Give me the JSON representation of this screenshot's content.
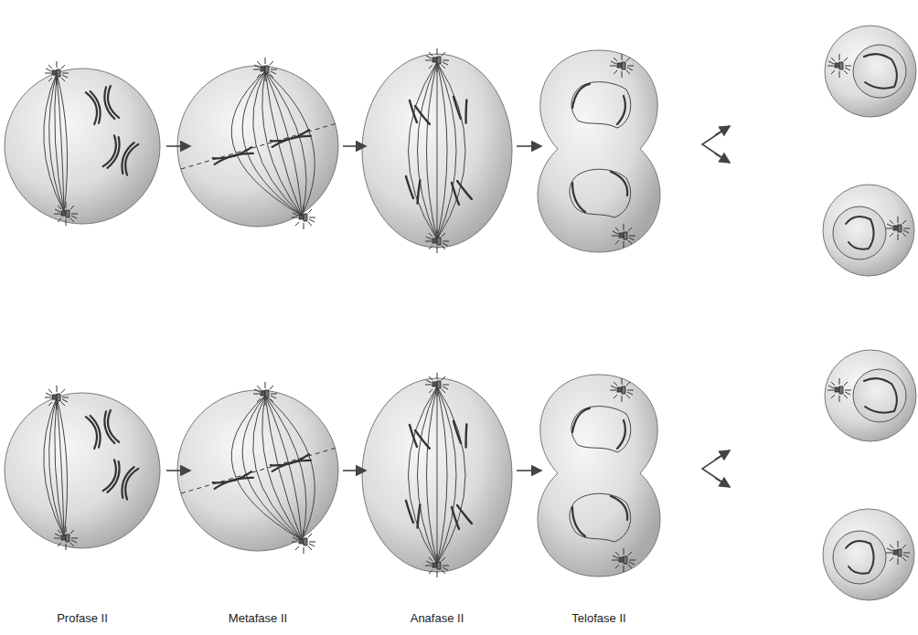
{
  "diagram": {
    "labels": [
      "Profase II",
      "Metafase II",
      "Anafase II",
      "Telofase II"
    ]
  }
}
